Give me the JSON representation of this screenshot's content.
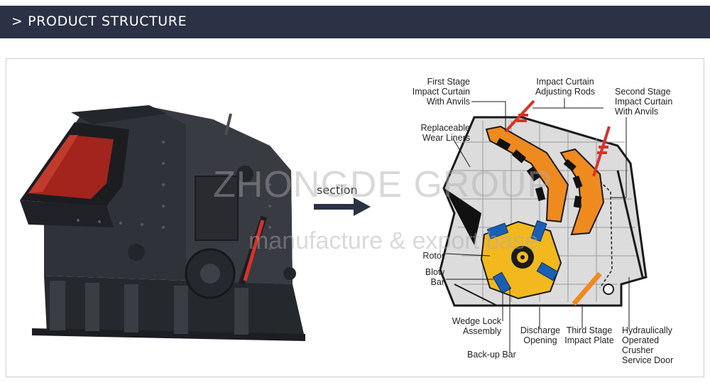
{
  "header": {
    "title": "> PRODUCT STRUCTURE"
  },
  "section_label": "section",
  "watermark": {
    "brand": "ZHONGDE GROUP",
    "sub": "manufacture & export base"
  },
  "labels": {
    "first_stage": "First Stage\nImpact Curtain\nWith Anvils",
    "adjusting_rods": "Impact Curtain\nAdjusting Rods",
    "second_stage": "Second Stage\nImpact Curtain\nWith Anvils",
    "wear_liners": "Replaceable\nWear Liners",
    "rotor": "Rotor",
    "blow_bar": "Blow\nBar",
    "wedge_lock": "Wedge Lock\nAssembly",
    "discharge": "Discharge\nOpening",
    "third_stage": "Third Stage\nImpact Plate",
    "service_door": "Hydraulically\nOperated\nCrusher\nService Door",
    "backup_bar": "Back-up Bar"
  },
  "colors": {
    "header_bg": "#2b3245",
    "machine_body": "#2f3238",
    "feed_liner": "#b0261e",
    "hydraulic_rod": "#d8322a",
    "curtain": "#ef8a1e",
    "rotor": "#f2b81e",
    "blow_bar": "#1a5fb4",
    "casing": "#dcdcdc"
  }
}
